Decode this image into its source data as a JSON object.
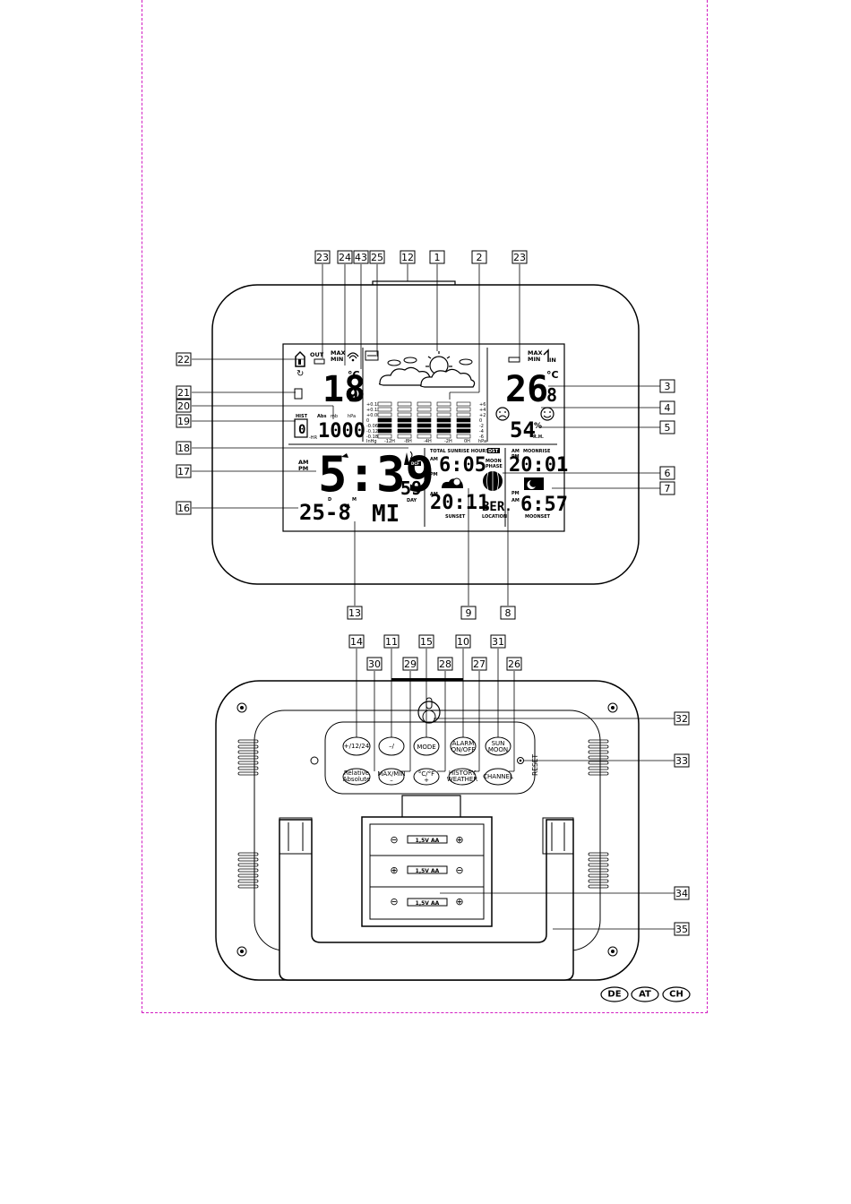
{
  "front_display": {
    "outdoor": {
      "out_label": "OUT",
      "max_label": "MAX",
      "min_label": "MIN",
      "temperature_main": "18",
      "temperature_decimal": "9",
      "unit": "°C"
    },
    "indoor": {
      "max_label": "MAX",
      "min_label": "MIN",
      "in_label": "IN",
      "temperature_main": "26",
      "temperature_decimal": "8",
      "unit": "°C",
      "humidity": "54",
      "humidity_unit": "%",
      "humidity_label": "R.H."
    },
    "pressure": {
      "hist_label": "HIST",
      "hist_value": "0",
      "hist_unit": "-HR",
      "abs_label": "Abs",
      "mb_label": "mb",
      "hpa_label": "hPa",
      "value": "1000",
      "inhg_scale": [
        "+0.18",
        "+0.12",
        "+0.06",
        "0",
        "-0.06",
        "-0.12",
        "-0.18",
        "InHg"
      ],
      "hpa_scale": [
        "+6",
        "+4",
        "+2",
        "0",
        "-2",
        "-4",
        "-6",
        "hPa"
      ],
      "hour_labels": [
        "-12H",
        "-8H",
        "-4H",
        "-2H",
        "0H"
      ]
    },
    "clock": {
      "am_label": "AM",
      "pm_label": "PM",
      "time": "5:39",
      "seconds": "59",
      "date": "25-8",
      "d_label": "D",
      "m_label": "M",
      "weekday": "MI",
      "day_label": "DAY"
    },
    "sun": {
      "total_sunrise_hours_label": "TOTAL SUNRISE HOURS",
      "am_label": "AM",
      "pm_label": "PM",
      "sunrise": "6:05",
      "sunset": "20:11",
      "sunset_label": "SUNSET"
    },
    "location": {
      "value": "BER.",
      "label": "LOCATION"
    },
    "moon": {
      "dst_label": "DST",
      "moonrise_label": "MOONRISE",
      "moonrise": "20:01",
      "phase_label_1": "MOON",
      "phase_label_2": "PHASE",
      "moonset": "6:57",
      "moonset_label": "MOONSET",
      "am_label": "AM",
      "pm_label": "PM"
    },
    "dcf_label": "DCF"
  },
  "callouts_front": [
    "23",
    "24",
    "43",
    "25",
    "12",
    "1",
    "2",
    "23",
    "22",
    "21",
    "20",
    "19",
    "18",
    "17",
    "16",
    "3",
    "4",
    "5",
    "6",
    "7",
    "13",
    "9",
    "8"
  ],
  "callouts_back": [
    "14",
    "11",
    "15",
    "10",
    "31",
    "30",
    "29",
    "28",
    "27",
    "26",
    "32",
    "33",
    "34",
    "35"
  ],
  "back_buttons": {
    "b1": "+/12/24",
    "b2": "–/",
    "b3": "MODE",
    "b4a": "ALARM",
    "b4b": "ON/OFF",
    "b5a": "SUN",
    "b5b": "MOON",
    "b6a": "Relative",
    "b6b": "Absolute",
    "b7a": "MAX/MIN",
    "b7b": "–",
    "b8a": "°C/°F",
    "b8b": "+",
    "b9a": "HISTORY",
    "b9b": "WEATHER",
    "b10": "CHANNEL",
    "reset": "RESET"
  },
  "battery_label": "1,5V AA",
  "countries": [
    "DE",
    "AT",
    "CH"
  ]
}
